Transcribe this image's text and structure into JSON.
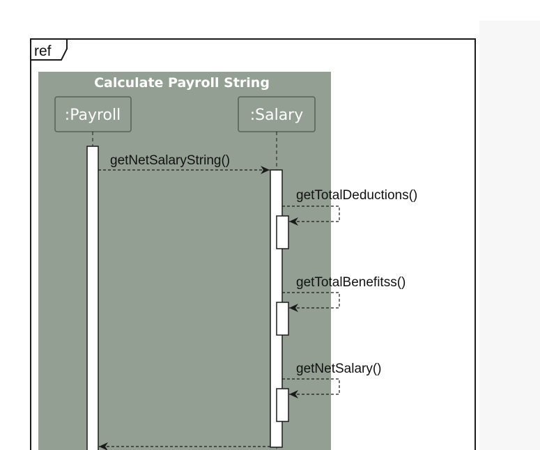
{
  "frame": {
    "label": "ref"
  },
  "group": {
    "title": "Calculate Payroll String"
  },
  "participants": [
    {
      "name": ":Payroll"
    },
    {
      "name": ":Salary"
    }
  ],
  "messages": [
    {
      "label": "getNetSalaryString()"
    },
    {
      "label": "getTotalDeductions()"
    },
    {
      "label": "getTotalBenefitss()"
    },
    {
      "label": "getNetSalary()"
    }
  ],
  "colors": {
    "group_fill": "#929f92",
    "participant_fill": "#929f92",
    "border": "#1a1a1a",
    "activation_fill": "#ffffff"
  }
}
